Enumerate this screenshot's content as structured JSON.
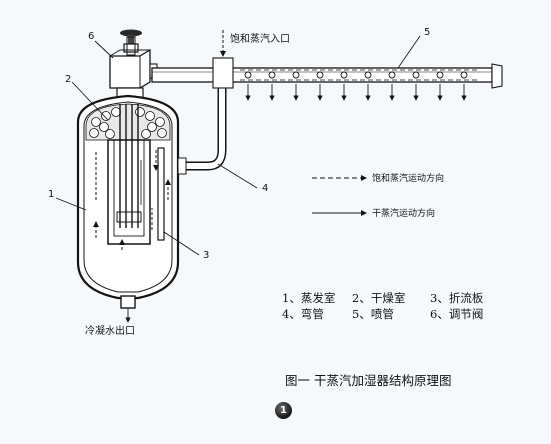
{
  "labels": {
    "inlet": "饱和蒸汽入口",
    "drain": "冷凝水出口",
    "num1": "1",
    "num2": "2",
    "num3": "3",
    "num4": "4",
    "num5": "5",
    "num6": "6"
  },
  "legend": {
    "saturated_steam": "饱和蒸汽运动方向",
    "dry_steam": "干蒸汽运动方向"
  },
  "parts": [
    [
      "1、蒸发室",
      "2、干燥室",
      "3、折流板"
    ],
    [
      "4、弯管",
      "5、喷管",
      "6、调节阀"
    ]
  ],
  "caption": "图一 干蒸汽加湿器结构原理图",
  "page_marker": "1",
  "colors": {
    "background": "#f6f9fb",
    "ink": "#141414"
  }
}
